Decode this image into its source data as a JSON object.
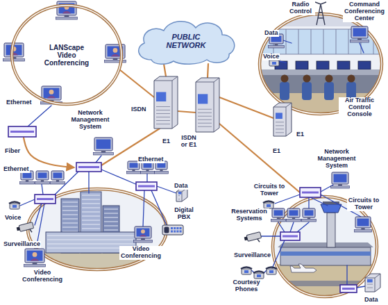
{
  "diagram": {
    "nodes": [
      {
        "text": [
          "PUBLIC NETWORK"
        ]
      },
      {
        "text": [
          "LANScape Video Conferencing"
        ]
      }
    ],
    "labels": [
      "Radio Control",
      "Command Conferencing Center",
      "Data",
      "Voice",
      "Ethernet",
      "ISDN",
      "Air Traffic Control Console",
      "Network Management System",
      "E1",
      "ISDN or E1",
      "E1",
      "Fiber",
      "E1",
      "Network Management System",
      "Ethernet",
      "Ethernet",
      "Circuits to Tower",
      "Data",
      "Circuits to Tower",
      "Digital PBX",
      "Voice",
      "Reservation Systems",
      "Surveillance",
      "Video Conferencing",
      "Surveillance",
      "Video Conferencing",
      "Courtesy Phones",
      "Data"
    ]
  }
}
